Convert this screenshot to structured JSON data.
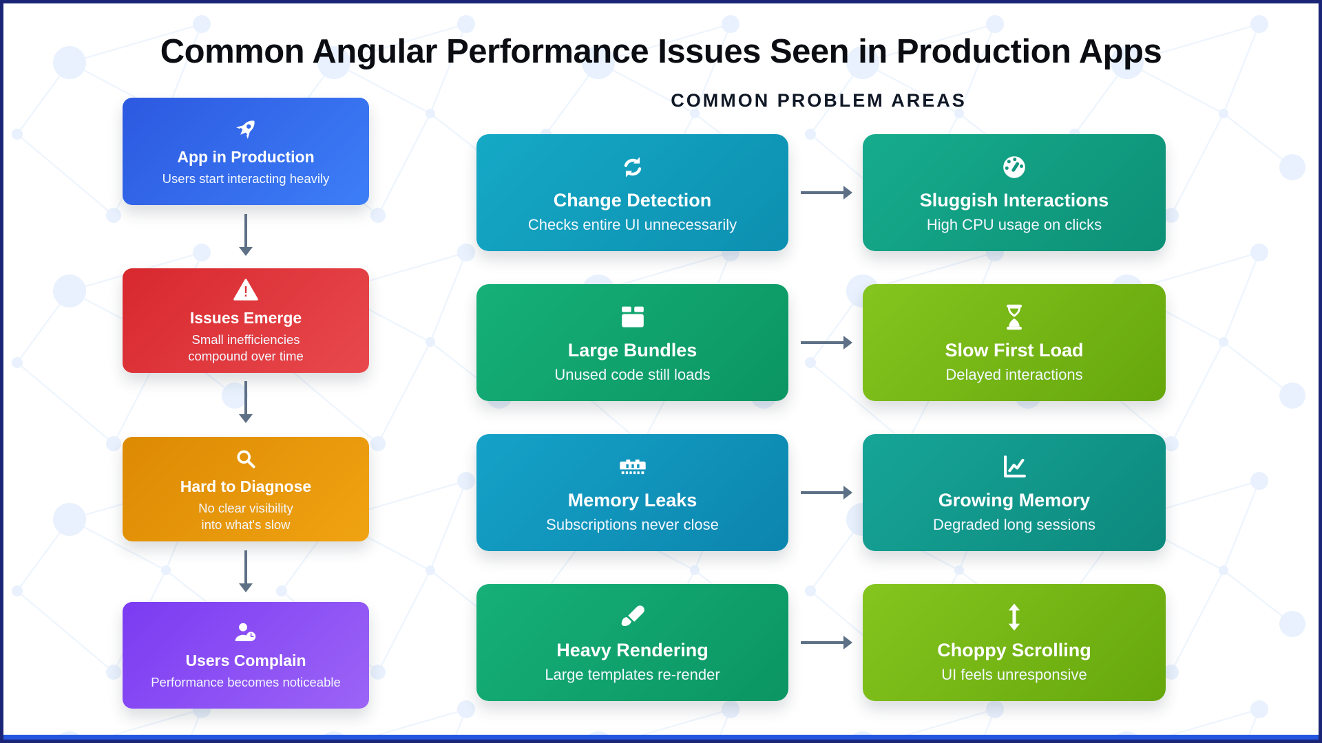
{
  "page": {
    "title": "Common Angular Performance Issues Seen in Production Apps",
    "section_heading": "COMMON PROBLEM AREAS"
  },
  "theme": {
    "frame_border": "#1b2577",
    "bottom_accent": "#2456e0",
    "arrow_color": "#5d7086",
    "background": "#ffffff",
    "pattern_color": "#e2edfc"
  },
  "flow": {
    "steps": [
      {
        "icon": "rocket",
        "title": "App in Production",
        "subtitle": "Users start interacting heavily",
        "gradient": [
          "#2c59e0",
          "#3d7ef7"
        ]
      },
      {
        "icon": "warning-triangle",
        "title": "Issues Emerge",
        "subtitle": "Small inefficiencies\ncompound over time",
        "gradient": [
          "#d7282e",
          "#e8494d"
        ]
      },
      {
        "icon": "magnifying-glass",
        "title": "Hard to Diagnose",
        "subtitle": "No clear visibility\ninto what's slow",
        "gradient": [
          "#dd8a03",
          "#f0a312"
        ]
      },
      {
        "icon": "user-clock",
        "title": "Users Complain",
        "subtitle": "Performance becomes noticeable",
        "gradient": [
          "#7b3bf2",
          "#9c64f6"
        ]
      }
    ]
  },
  "problems": {
    "rows": [
      {
        "cause": {
          "icon": "sync-arrows",
          "title": "Change Detection",
          "subtitle": "Checks entire UI unnecessarily",
          "gradient": [
            "#15a9c6",
            "#0d8fb0"
          ]
        },
        "effect": {
          "icon": "gauge",
          "title": "Sluggish Interactions",
          "subtitle": "High CPU usage on clicks",
          "gradient": [
            "#16ac8d",
            "#0d9076"
          ]
        }
      },
      {
        "cause": {
          "icon": "package-box",
          "title": "Large Bundles",
          "subtitle": "Unused code still loads",
          "gradient": [
            "#16b078",
            "#0b9562"
          ]
        },
        "effect": {
          "icon": "hourglass",
          "title": "Slow First Load",
          "subtitle": "Delayed interactions",
          "gradient": [
            "#85c51f",
            "#66a70c"
          ]
        }
      },
      {
        "cause": {
          "icon": "ram-memory",
          "title": "Memory Leaks",
          "subtitle": "Subscriptions never close",
          "gradient": [
            "#15a2c8",
            "#0c85ad"
          ]
        },
        "effect": {
          "icon": "chart-line",
          "title": "Growing Memory",
          "subtitle": "Degraded long sessions",
          "gradient": [
            "#16a598",
            "#0d897d"
          ]
        }
      },
      {
        "cause": {
          "icon": "paintbrush",
          "title": "Heavy Rendering",
          "subtitle": "Large templates re-render",
          "gradient": [
            "#16b078",
            "#0b9562"
          ]
        },
        "effect": {
          "icon": "arrows-up-down",
          "title": "Choppy Scrolling",
          "subtitle": "UI feels unresponsive",
          "gradient": [
            "#85c51f",
            "#66a70c"
          ]
        }
      }
    ]
  }
}
